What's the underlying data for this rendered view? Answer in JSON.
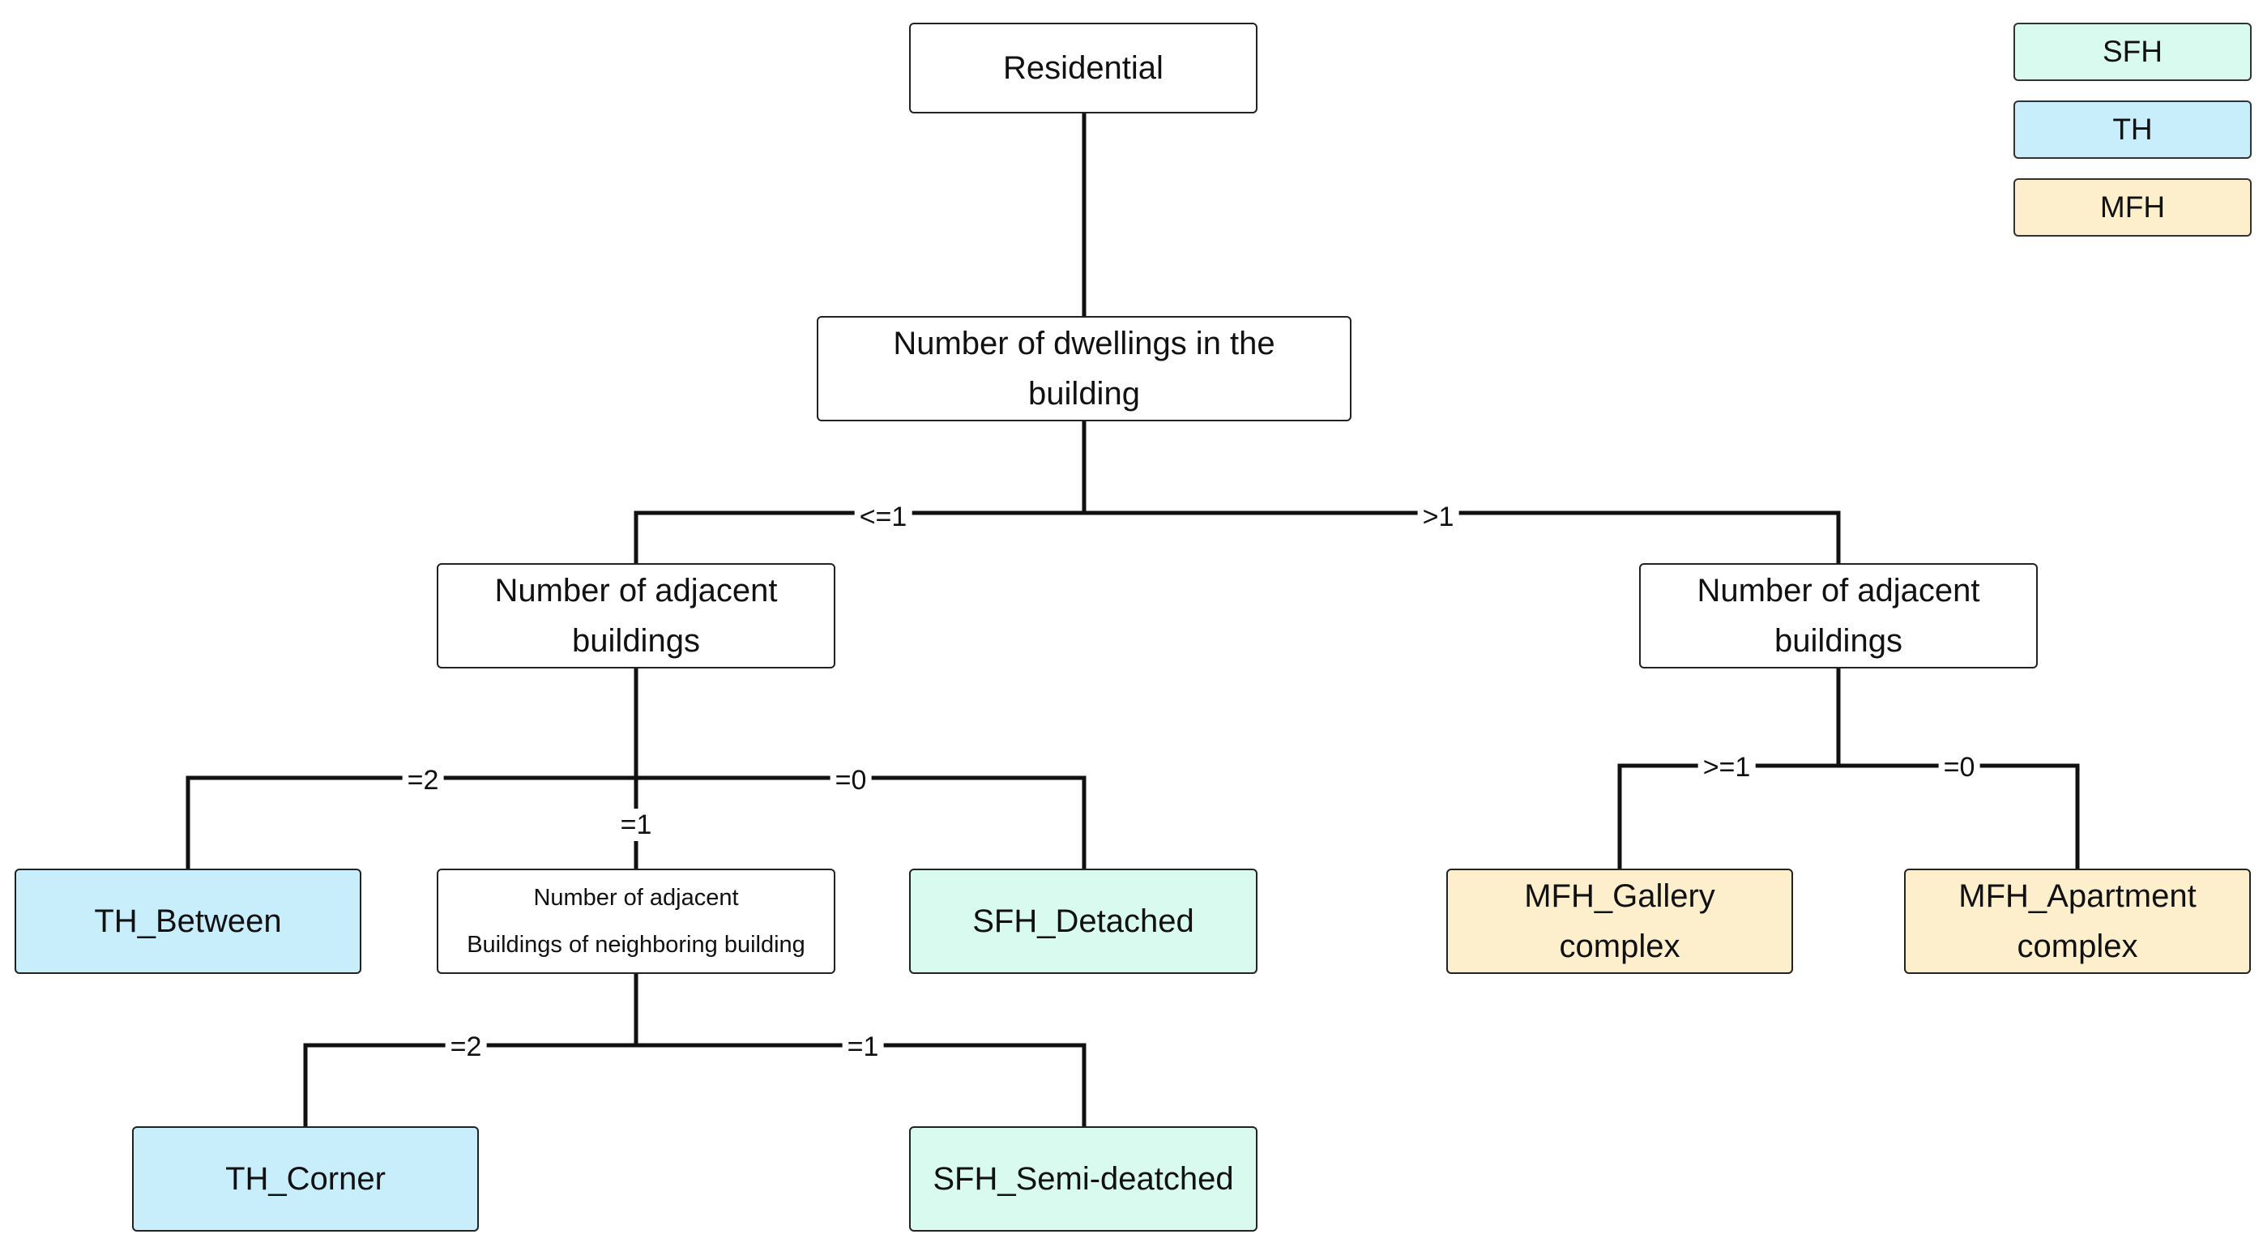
{
  "nodes": {
    "residential": "Residential",
    "dwellings": [
      "Number of dwellings in the",
      "building"
    ],
    "adjacent_left": [
      "Number of adjacent",
      "buildings"
    ],
    "adjacent_right": [
      "Number of adjacent",
      "buildings"
    ],
    "neighboring": [
      "Number of adjacent",
      "Buildings of neighboring building"
    ],
    "th_between": "TH_Between",
    "sfh_detached": "SFH_Detached",
    "th_corner": "TH_Corner",
    "sfh_semi": "SFH_Semi-deatched",
    "mfh_gallery": [
      "MFH_Gallery",
      "complex"
    ],
    "mfh_apartment": [
      "MFH_Apartment",
      "complex"
    ]
  },
  "edges": {
    "le1": "<=1",
    "gt1": ">1",
    "eq2_a": "=2",
    "eq1_a": "=1",
    "eq0_a": "=0",
    "eq2_b": "=2",
    "eq1_b": "=1",
    "ge1": ">=1",
    "eq0_b": "=0"
  },
  "legend": [
    {
      "label": "SFH",
      "color": "#d9faee"
    },
    {
      "label": "TH",
      "color": "#c9eefb"
    },
    {
      "label": "MFH",
      "color": "#fdefcc"
    }
  ]
}
